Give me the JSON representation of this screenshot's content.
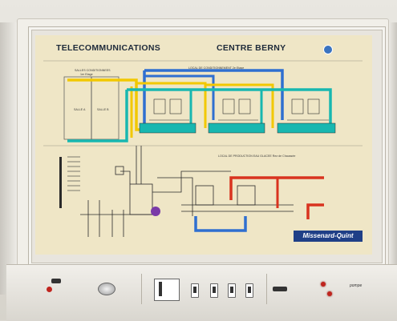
{
  "panel": {
    "title_left": "TELECOMMUNICATIONS",
    "title_right": "CENTRE BERNY",
    "brand": "Missenard-Quint",
    "subtitle_left": "SALLES CONDITIONNEES",
    "subtitle_left_2": "1er Etage",
    "subtitle_top": "LOCAL DE CONDITIONNEMENT 2e Etage",
    "subtitle_mid": "LOCAL DE PRODUCTION EAU GLACEE Rez de Chaussée",
    "room_label_a": "SALLE A",
    "room_label_b": "SALLE B"
  },
  "colors": {
    "blue": "#2f6fd0",
    "cyan": "#18b7b0",
    "yellow": "#f2c800",
    "red": "#d9331f",
    "line": "#2a2a2a",
    "purple": "#7a3aa8"
  },
  "console": {
    "handwritten_tag": "pompe"
  }
}
